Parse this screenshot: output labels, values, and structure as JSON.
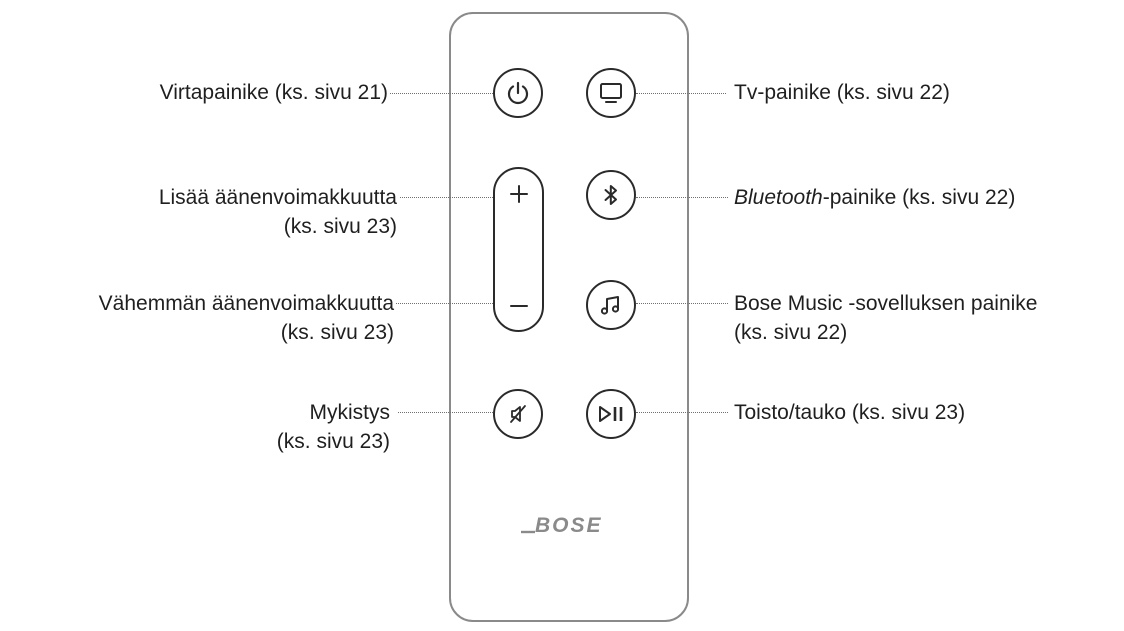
{
  "labels": {
    "power": "Virtapainike (ks. sivu 21)",
    "tv": "Tv-painike (ks. sivu 22)",
    "vol_up_line1": "Lisää äänenvoimakkuutta",
    "vol_up_line2": "(ks. sivu 23)",
    "bluetooth_italic": "Bluetooth",
    "bluetooth_rest": "-painike (ks. sivu 22)",
    "vol_down_line1": "Vähemmän äänenvoimakkuutta",
    "vol_down_line2": "(ks. sivu 23)",
    "music_line1": "Bose Music -sovelluksen painike",
    "music_line2": "(ks. sivu 22)",
    "mute_line1": "Mykistys",
    "mute_line2": "(ks. sivu 23)",
    "play_pause": "Toisto/tauko (ks. sivu 23)"
  },
  "icons": {
    "power": "power-icon",
    "tv": "tv-icon",
    "volume_up": "plus-icon",
    "volume_down": "minus-icon",
    "bluetooth": "bluetooth-icon",
    "music": "music-note-icon",
    "mute": "mute-icon",
    "play_pause": "play-pause-icon",
    "logo": "bose-logo"
  },
  "colors": {
    "remote_outline": "#8a8a8a",
    "button_outline": "#2a2a2a",
    "leader_line": "#707070",
    "text": "#1f1f1f"
  }
}
